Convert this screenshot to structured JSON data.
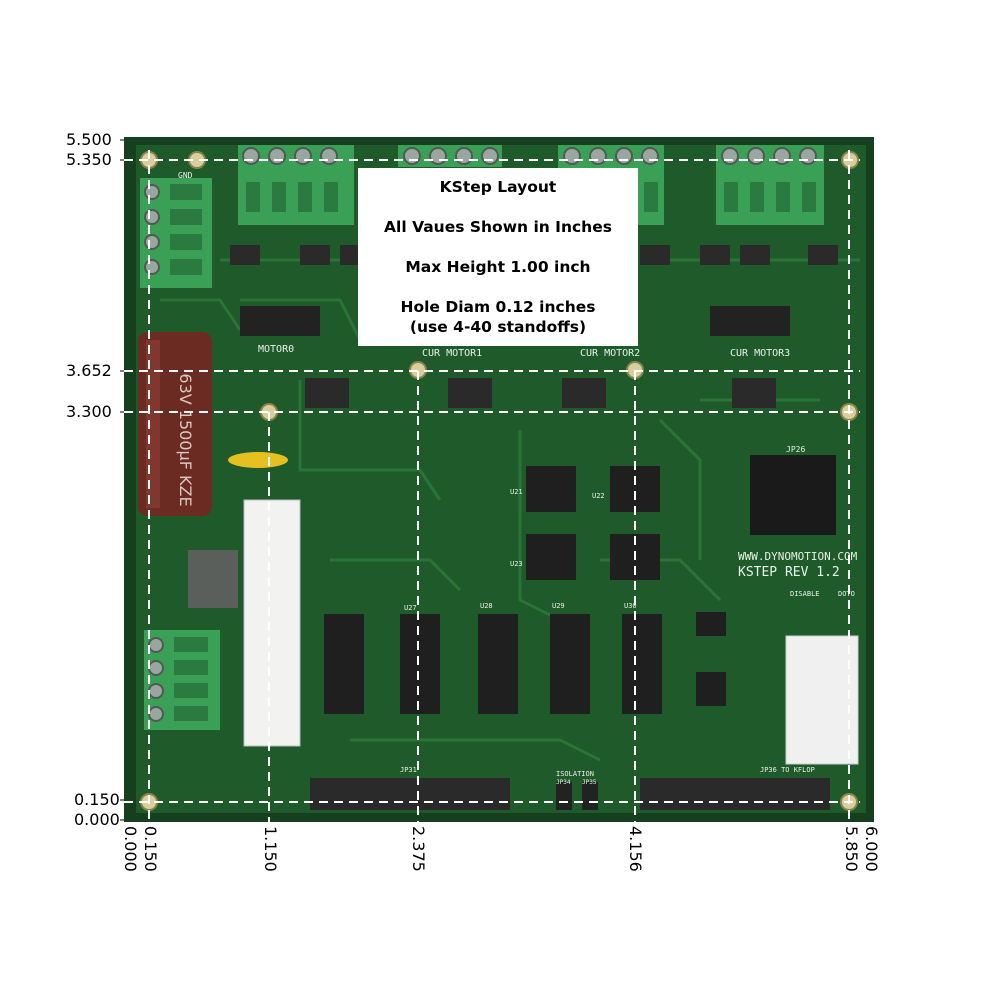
{
  "info_box": {
    "title": "KStep Layout",
    "units_note": "All Vaues Shown in Inches",
    "height_note": "Max Height 1.00 inch",
    "hole_note_1": "Hole Diam 0.12 inches",
    "hole_note_2": "(use 4-40 standoffs)"
  },
  "y_axis_labels": [
    "5.500",
    "5.350",
    "3.652",
    "3.300",
    "0.150",
    "0.000"
  ],
  "x_axis_labels": [
    "0.000",
    "0.150",
    "1.150",
    "2.375",
    "4.156",
    "5.850",
    "6.000"
  ],
  "board_silkscreen": {
    "website": "WWW.DYNOMOTION.COM",
    "revision": "KSTEP REV 1.2",
    "motor_labels": [
      "MOTOR0",
      "CUR MOTOR1",
      "CUR MOTOR2",
      "CUR MOTOR3"
    ],
    "gnd": "GND",
    "capacitor_text": [
      "63V",
      "1500",
      "KZE"
    ],
    "connector_labels": [
      "JP26",
      "JP31",
      "JP36 TO KFLOP",
      "ISOLATION",
      "JP34",
      "JP35",
      "DISABLE",
      "DOTO"
    ],
    "chip_labels": [
      "U27",
      "U28",
      "U29",
      "U30",
      "U21",
      "U22",
      "U23"
    ]
  },
  "colors": {
    "board_green": "#1f5a2a",
    "board_edge": "#163f1e",
    "terminal_green": "#3aa055",
    "capacitor": "#6b2a22",
    "dashed_line": "#ffffff"
  }
}
